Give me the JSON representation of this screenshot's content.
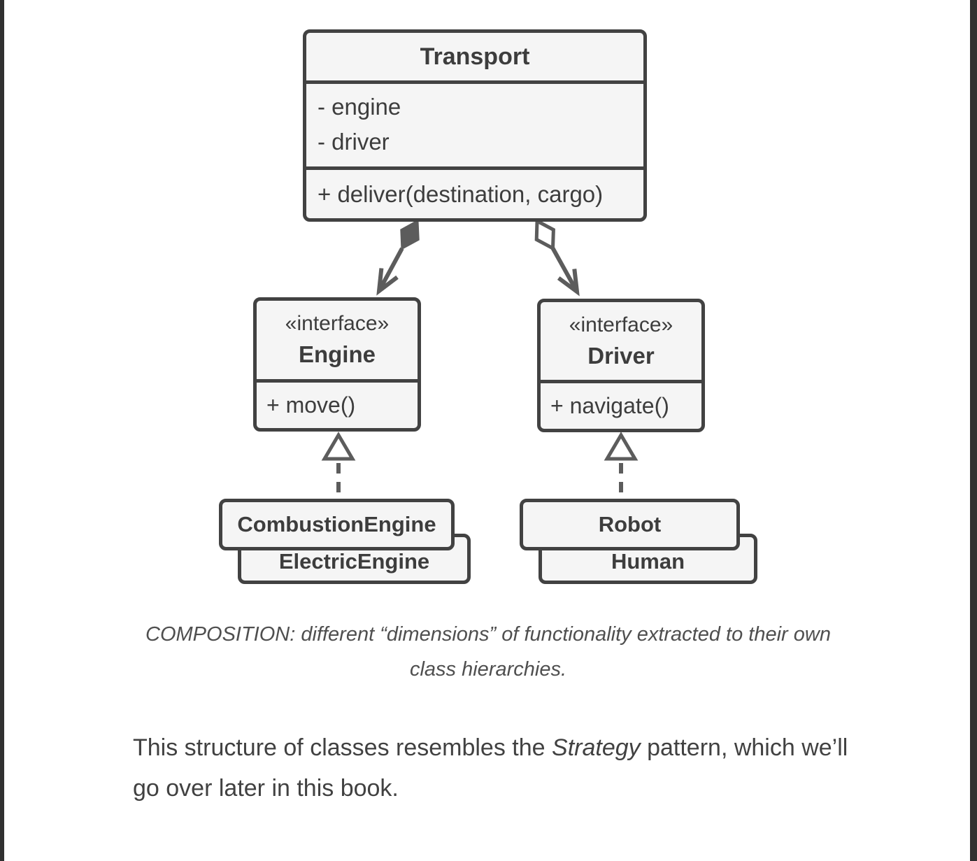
{
  "colors": {
    "page_background": "#ffffff",
    "edge_bars": "#303030",
    "box_fill": "#f5f5f5",
    "box_border": "#424242",
    "box_text": "#3d3d3d",
    "arrow": "#5c5c5c",
    "caption_text": "#4f4f4f",
    "body_text": "#414141"
  },
  "diagram": {
    "transport": {
      "title": "Transport",
      "fields": [
        "- engine",
        "- driver"
      ],
      "method": "+ deliver(destination, cargo)"
    },
    "engine": {
      "stereotype": "«interface»",
      "title": "Engine",
      "method": "+ move()"
    },
    "driver": {
      "stereotype": "«interface»",
      "title": "Driver",
      "method": "+ navigate()"
    },
    "engine_impls": {
      "front": "CombustionEngine",
      "back": "ElectricEngine"
    },
    "driver_impls": {
      "front": "Robot",
      "back": "Human"
    },
    "relations": [
      {
        "type": "composition",
        "from": "Transport",
        "to": "Engine"
      },
      {
        "type": "aggregation",
        "from": "Transport",
        "to": "Driver"
      },
      {
        "type": "realization",
        "from": "CombustionEngine",
        "to": "Engine"
      },
      {
        "type": "realization",
        "from": "Robot",
        "to": "Driver"
      }
    ]
  },
  "caption": "COMPOSITION: different “dimensions” of functionality extracted to their own class hierarchies.",
  "paragraph": {
    "before": "This structure of classes resembles the ",
    "em": "Strategy",
    "after": " pattern, which we’ll go over later in this book."
  }
}
